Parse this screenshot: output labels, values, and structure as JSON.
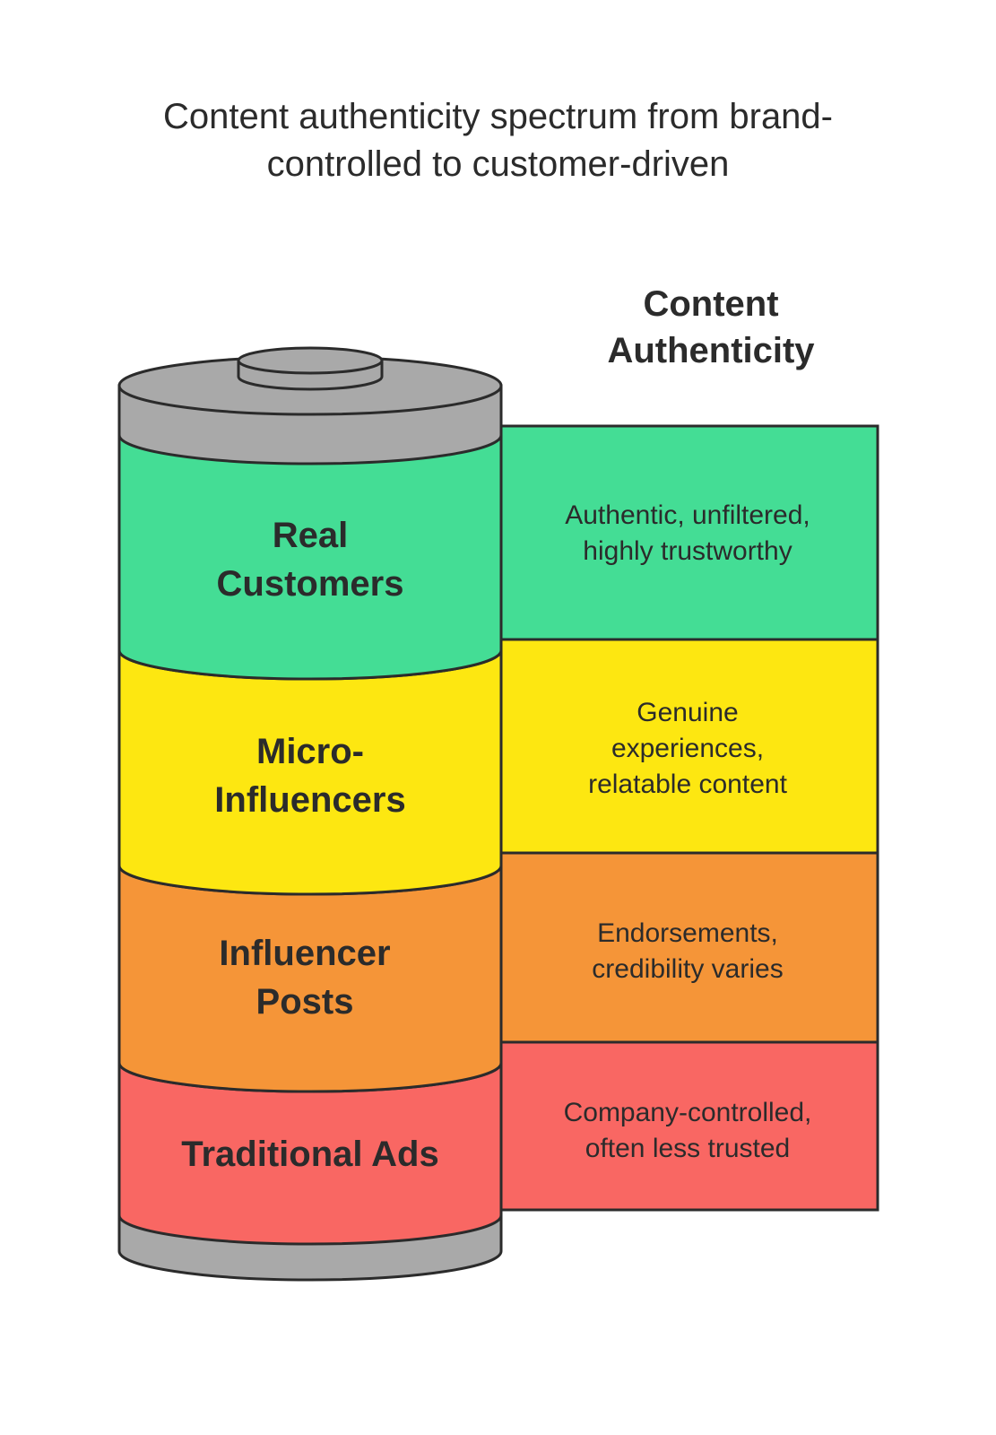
{
  "title": {
    "line1": "Content authenticity spectrum from brand-",
    "line2": "controlled to customer-driven"
  },
  "scale_heading": {
    "line1": "Content",
    "line2": "Authenticity"
  },
  "layers": [
    {
      "label_lines": [
        "Real",
        "Customers"
      ],
      "description_lines": [
        "Authentic, unfiltered,",
        "highly trustworthy"
      ],
      "color": "#44dd95"
    },
    {
      "label_lines": [
        "Micro-",
        "Influencers"
      ],
      "description_lines": [
        "Genuine",
        "experiences,",
        "relatable content"
      ],
      "color": "#fde711"
    },
    {
      "label_lines": [
        "Influencer",
        "Posts"
      ],
      "description_lines": [
        "Endorsements,",
        "credibility varies"
      ],
      "color": "#f59538"
    },
    {
      "label_lines": [
        "Traditional Ads"
      ],
      "description_lines": [
        "Company-controlled,",
        "often less trusted"
      ],
      "color": "#f96763"
    }
  ],
  "colors": {
    "battery_cap": "#a9a9a9",
    "outline": "#2b2b2b"
  }
}
